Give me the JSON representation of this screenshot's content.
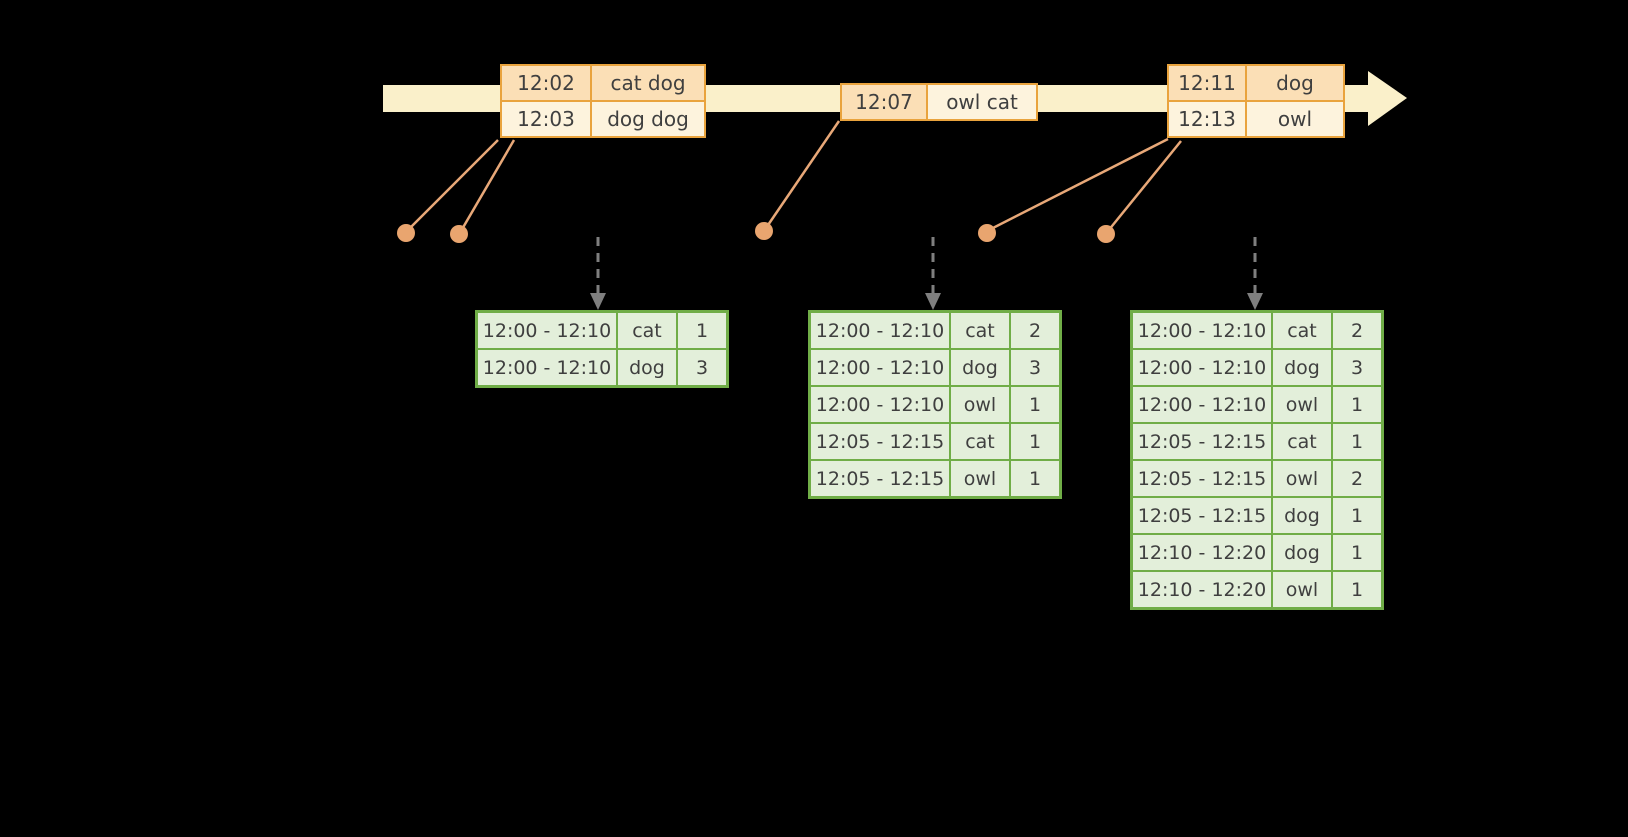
{
  "diagram": {
    "colors": {
      "background": "#000000",
      "arrow_fill": "#FAF0CA",
      "event_border": "#E9A33D",
      "event_row_dark": "#FBDFB6",
      "event_row_light": "#FDF3DD",
      "connector": "#E8A878",
      "dot": "#E9A56F",
      "trigger_arrow": "#7F7F7F",
      "table_border": "#70AD47",
      "table_fill": "#E3EFDA",
      "text": "#3F3F3F"
    },
    "timeline": {
      "event_boxes": [
        {
          "rows": [
            {
              "time": "12:02",
              "words": "cat dog"
            },
            {
              "time": "12:03",
              "words": "dog dog"
            }
          ]
        },
        {
          "rows": [
            {
              "time": "12:07",
              "words": "owl cat"
            }
          ]
        },
        {
          "rows": [
            {
              "time": "12:11",
              "words": "dog"
            },
            {
              "time": "12:13",
              "words": "owl"
            }
          ]
        }
      ]
    },
    "result_tables": [
      {
        "rows": [
          [
            "12:00 - 12:10",
            "cat",
            "1"
          ],
          [
            "12:00 - 12:10",
            "dog",
            "3"
          ]
        ]
      },
      {
        "rows": [
          [
            "12:00 - 12:10",
            "cat",
            "2"
          ],
          [
            "12:00 - 12:10",
            "dog",
            "3"
          ],
          [
            "12:00 - 12:10",
            "owl",
            "1"
          ],
          [
            "12:05 - 12:15",
            "cat",
            "1"
          ],
          [
            "12:05 - 12:15",
            "owl",
            "1"
          ]
        ]
      },
      {
        "rows": [
          [
            "12:00 - 12:10",
            "cat",
            "2"
          ],
          [
            "12:00 - 12:10",
            "dog",
            "3"
          ],
          [
            "12:00 - 12:10",
            "owl",
            "1"
          ],
          [
            "12:05 - 12:15",
            "cat",
            "1"
          ],
          [
            "12:05 - 12:15",
            "owl",
            "2"
          ],
          [
            "12:05 - 12:15",
            "dog",
            "1"
          ],
          [
            "12:10 - 12:20",
            "dog",
            "1"
          ],
          [
            "12:10 - 12:20",
            "owl",
            "1"
          ]
        ]
      }
    ]
  }
}
